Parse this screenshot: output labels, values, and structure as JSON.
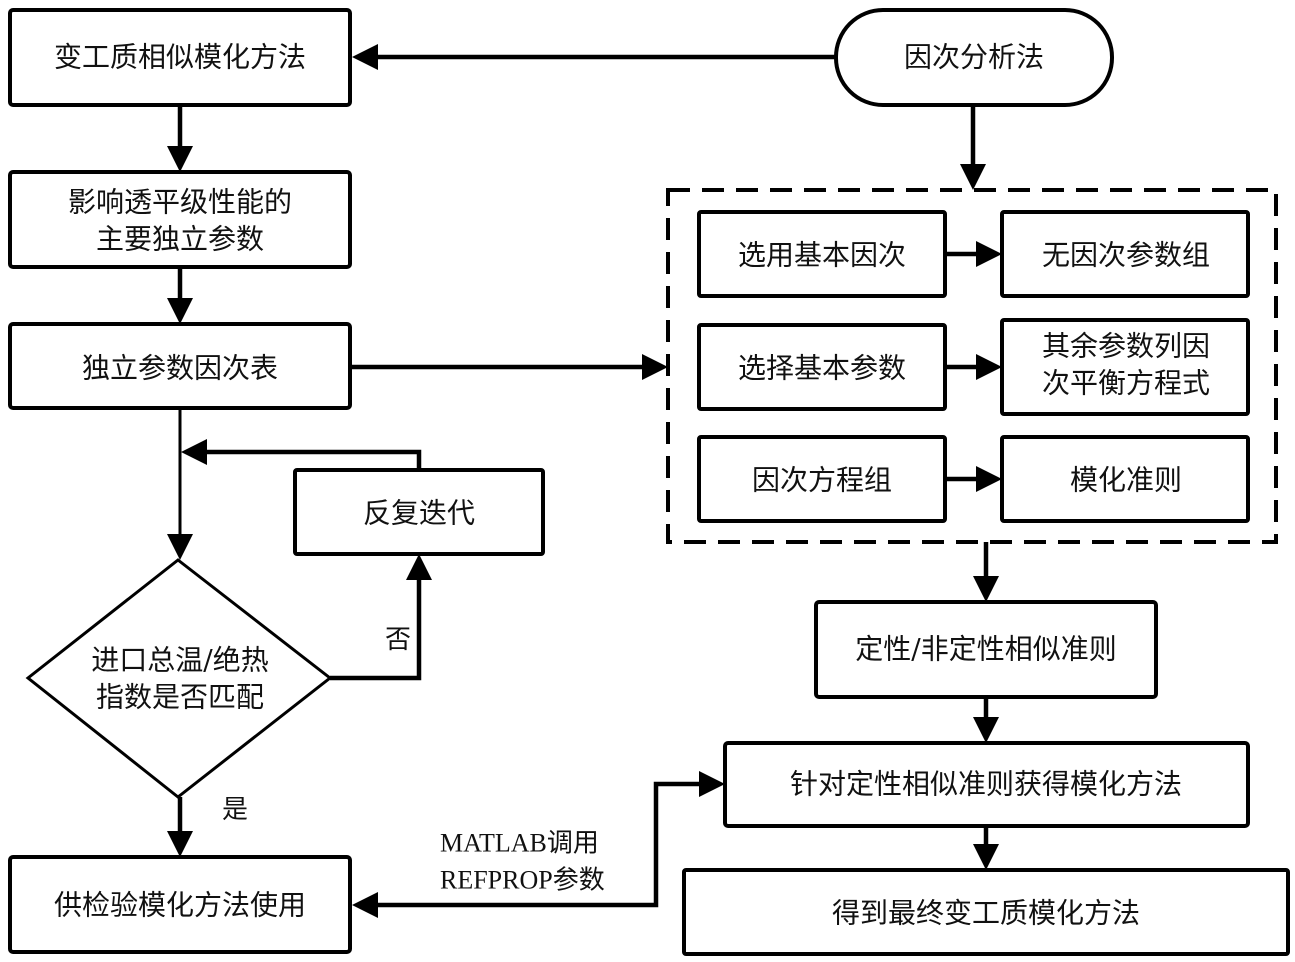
{
  "diagram": {
    "left_column": {
      "method": "变工质相似模化方法",
      "params_line1": "影响透平级性能的",
      "params_line2": "主要独立参数",
      "dim_table": "独立参数因次表",
      "iterate": "反复迭代",
      "decision_line1": "进口总温/绝热",
      "decision_line2": "指数是否匹配",
      "no_label": "否",
      "yes_label": "是",
      "verify": "供检验模化方法使用"
    },
    "right_column": {
      "start": "因次分析法",
      "group": {
        "row1_left": "选用基本因次",
        "row1_right": "无因次参数组",
        "row2_left": "选择基本参数",
        "row2_right_line1": "其余参数列因",
        "row2_right_line2": "次平衡方程式",
        "row3_left": "因次方程组",
        "row3_right": "模化准则"
      },
      "criteria": "定性/非定性相似准则",
      "obtain": "针对定性相似准则获得模化方法",
      "final": "得到最终变工质模化方法"
    },
    "connector_label_line1": "MATLAB调用",
    "connector_label_line2": "REFPROP参数"
  }
}
